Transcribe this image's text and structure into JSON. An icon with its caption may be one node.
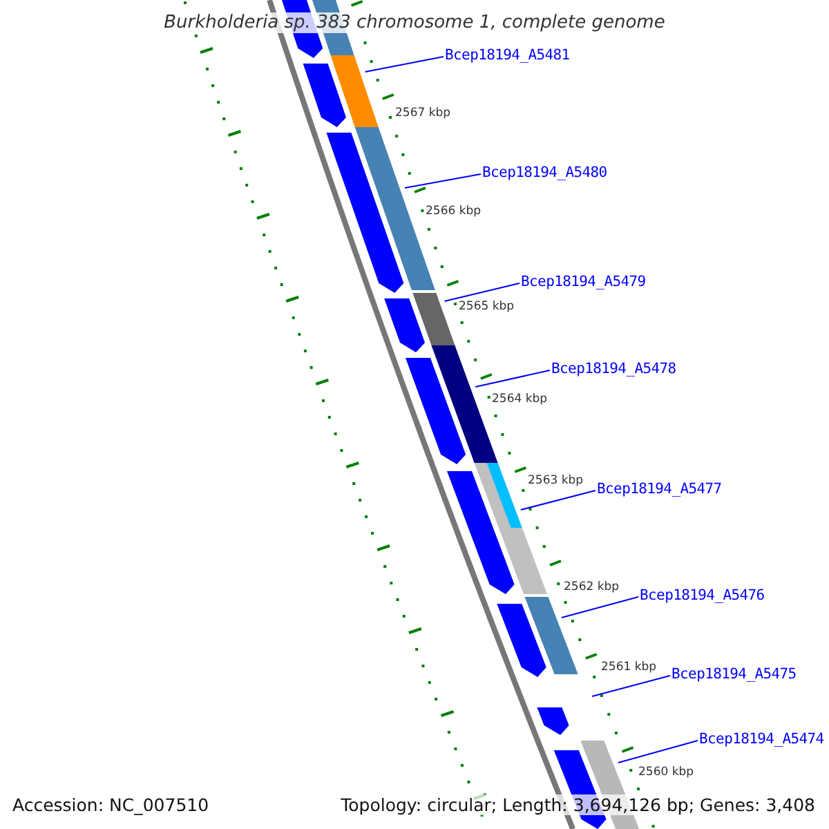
{
  "diagram": {
    "title": "Burkholderia sp. 383 chromosome 1, complete genome",
    "nodes": [
      {
        "text": [
          "Bcep18194_A5481"
        ]
      },
      {
        "text": [
          "Bcep18194_A5480"
        ]
      },
      {
        "text": [
          "Bcep18194_A5479"
        ]
      },
      {
        "text": [
          "Bcep18194_A5478"
        ]
      },
      {
        "text": [
          "Bcep18194_A5477"
        ]
      },
      {
        "text": [
          "Bcep18194_A5476"
        ]
      },
      {
        "text": [
          "Bcep18194_A5475"
        ]
      },
      {
        "text": [
          "Bcep18194_A5474"
        ]
      }
    ],
    "edges": [
      {
        "from": 0,
        "to": null,
        "arrow": "none"
      },
      {
        "from": 1,
        "to": null,
        "arrow": "none"
      },
      {
        "from": 2,
        "to": null,
        "arrow": "none"
      },
      {
        "from": 3,
        "to": null,
        "arrow": "none"
      },
      {
        "from": 4,
        "to": null,
        "arrow": "none"
      },
      {
        "from": 5,
        "to": null,
        "arrow": "none"
      },
      {
        "from": 6,
        "to": null,
        "arrow": "none"
      },
      {
        "from": 7,
        "to": null,
        "arrow": "none"
      }
    ],
    "labels": [
      "2567 kbp",
      "2566 kbp",
      "2565 kbp",
      "2564 kbp",
      "2563 kbp",
      "2562 kbp",
      "2561 kbp",
      "2560 kbp",
      "Accession: NC_007510",
      "Topology: circular; Length: 3,694,126 bp; Genes: 3,408"
    ]
  }
}
